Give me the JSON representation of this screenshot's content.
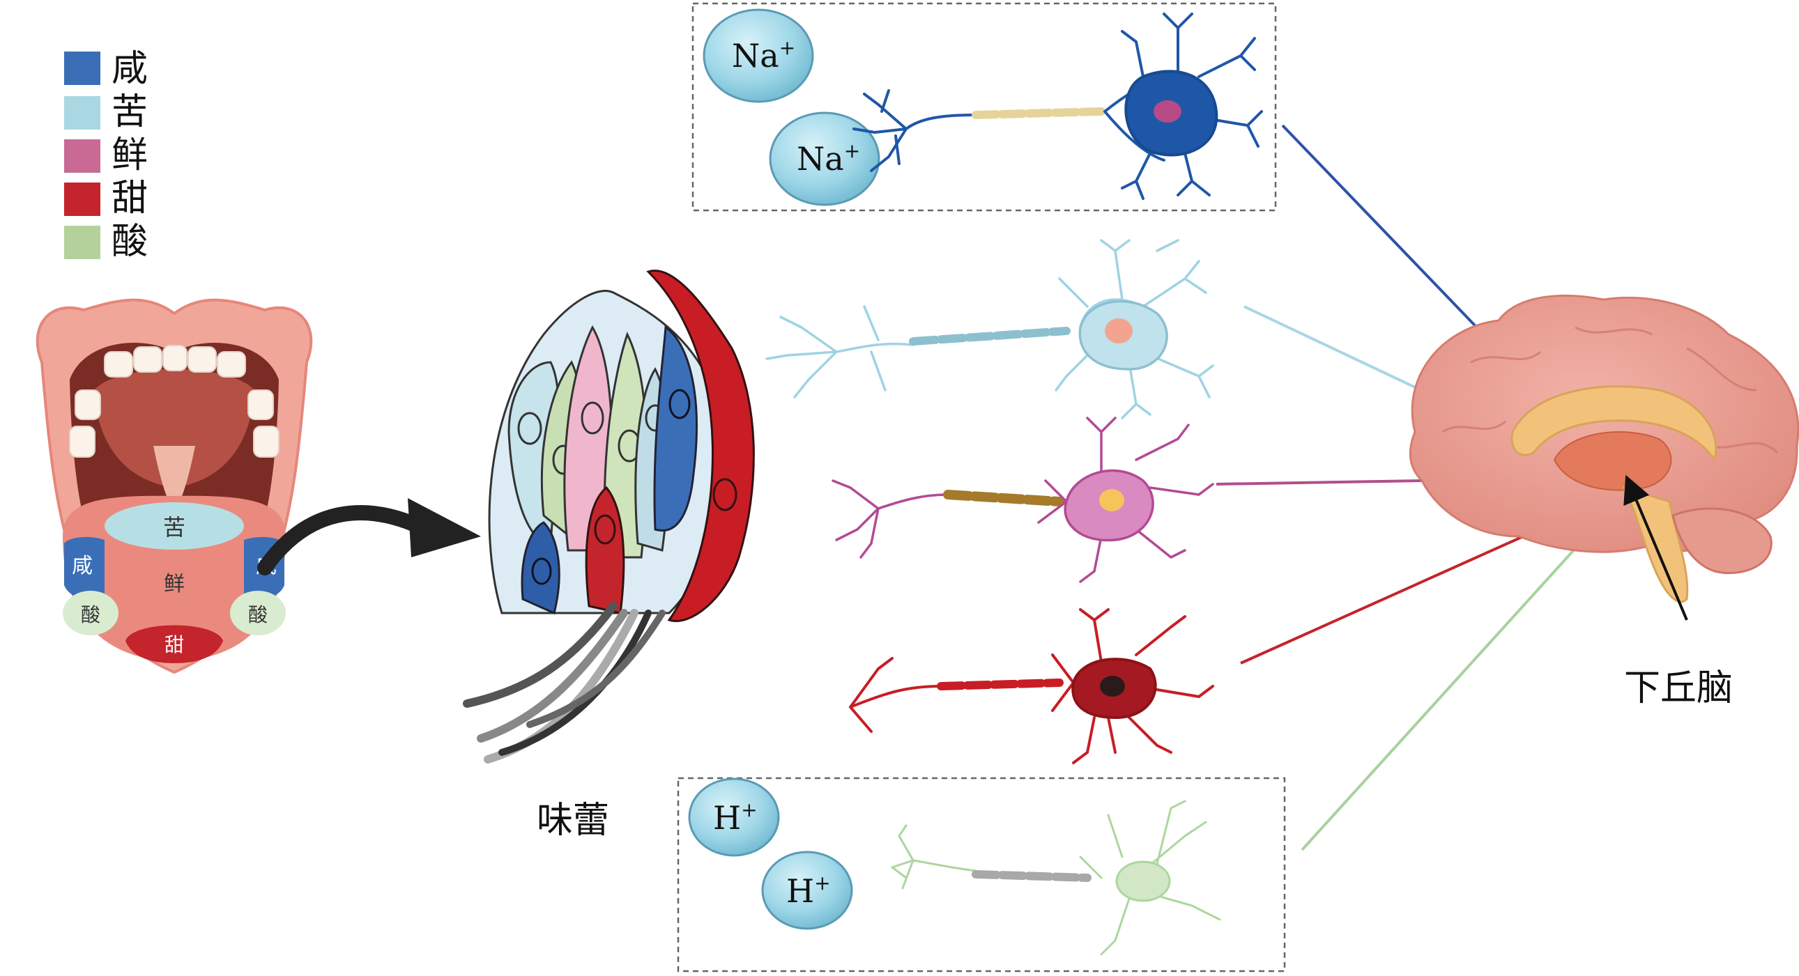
{
  "legend": {
    "items": [
      {
        "label": "咸",
        "color": "#3a6fb8"
      },
      {
        "label": "苦",
        "color": "#a9d8e2"
      },
      {
        "label": "鲜",
        "color": "#c96a95"
      },
      {
        "label": "甜",
        "color": "#c4242b"
      },
      {
        "label": "酸",
        "color": "#b3d29b"
      }
    ]
  },
  "tongue": {
    "regions": {
      "bitter": "苦",
      "salty_left": "咸",
      "salty_right": "咸",
      "umami": "鲜",
      "sour_left": "酸",
      "sour_right": "酸",
      "sweet": "甜"
    }
  },
  "taste_bud_label": "味蕾",
  "ions": {
    "na_top": "Na",
    "na_bottom": "Na",
    "na_sup": "+",
    "h_top": "H",
    "h_bottom": "H",
    "h_sup": "+"
  },
  "brain_label": "下丘脑",
  "neuron_colors": {
    "salty": "#1f57a8",
    "bitter": "#9fd3e3",
    "umami": "#b24a93",
    "sweet": "#c81d25",
    "sour": "#9fcf8e"
  },
  "connector_colors": {
    "salty": "#2d52a6",
    "bitter": "#a8d6e4",
    "umami": "#b14f8c",
    "sweet": "#c4242b",
    "sour": "#a8d29d"
  }
}
